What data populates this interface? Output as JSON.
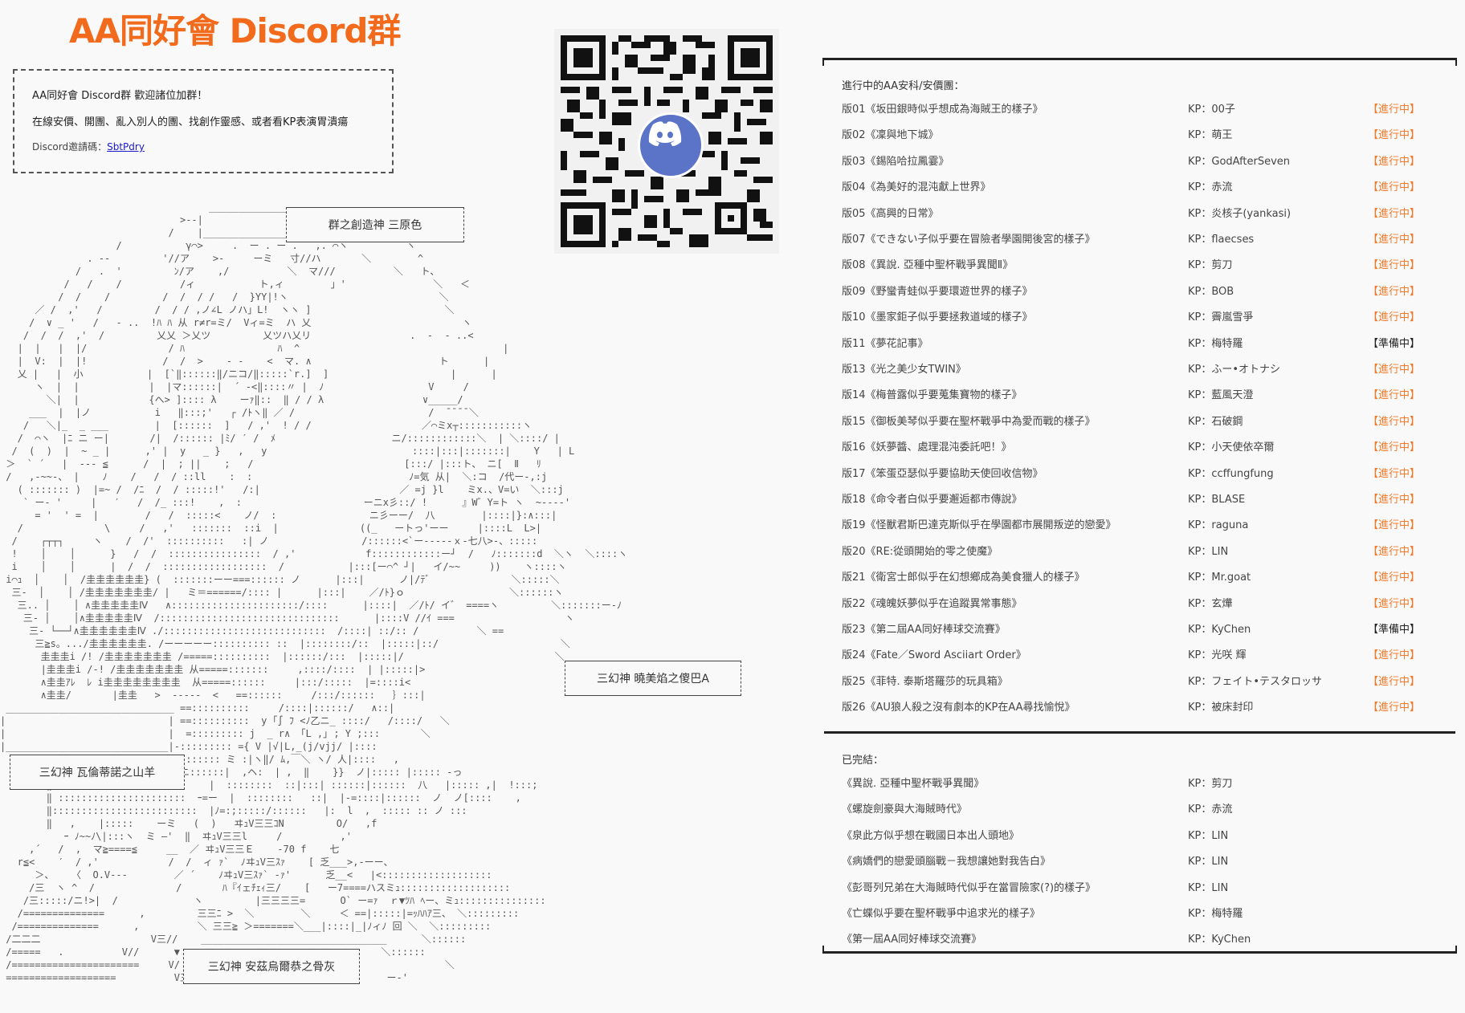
{
  "header": {
    "title": "AA同好會 Discord群"
  },
  "info_box": {
    "line1": "AA同好會 Discord群 歡迎諸位加群！",
    "line2": "在線安價、開團、亂入別人的團、找創作靈感、或者看KP表演胃潰瘍",
    "invite_label": "Discord邀請碼：",
    "invite_code": "SbtPdry"
  },
  "qr": {
    "icon": "discord-logo-icon",
    "logo_color": "#5b74c8"
  },
  "art": {
    "labels": [
      "群之創造神 三原色",
      "三幻神 曉美焰之傻巴A",
      "三幻神 瓦倫蒂諾之山羊",
      "三幻神 安茲烏爾恭之骨灰"
    ]
  },
  "colors": {
    "title": "#f26a1b",
    "status_active": "#f07a2a",
    "status_prep": "#222222",
    "link": "#1a1acc",
    "background": "#f9f9f9"
  },
  "ongoing": {
    "heading": "進行中的AA安科/安價團：",
    "items": [
      {
        "name": "版01《坂田銀時似乎想成為海賊王的樣子》",
        "kp": "KP：00子",
        "status": "【進行中】",
        "state": "active"
      },
      {
        "name": "版02《凜與地下城》",
        "kp": "KP：萌王",
        "status": "【進行中】",
        "state": "active"
      },
      {
        "name": "版03《錫陷哈拉鳳霎》",
        "kp": "KP：GodAfterSeven",
        "status": "【進行中】",
        "state": "active"
      },
      {
        "name": "版04《為美好的混沌獻上世界》",
        "kp": "KP：赤流",
        "status": "【進行中】",
        "state": "active"
      },
      {
        "name": "版05《高興的日常》",
        "kp": "KP：炎核子(yankasi)",
        "status": "【進行中】",
        "state": "active"
      },
      {
        "name": "版07《できない子似乎要在冒險者學園開後宮的樣子》",
        "kp": "KP：flaecses",
        "status": "【進行中】",
        "state": "active"
      },
      {
        "name": "版08《異說. 亞種中聖杯戰爭異聞Ⅱ》",
        "kp": "KP：剪刀",
        "status": "【進行中】",
        "state": "active"
      },
      {
        "name": "版09《野蠻青蛙似乎要環遊世界的樣子》",
        "kp": "KP：BOB",
        "status": "【進行中】",
        "state": "active"
      },
      {
        "name": "版10《墨家鉅子似乎要拯救道域的樣子》",
        "kp": "KP：霽嵐雪爭",
        "status": "【進行中】",
        "state": "active"
      },
      {
        "name": "版11《夢花記事》",
        "kp": "KP：梅特羅",
        "status": "【準備中】",
        "state": "prep"
      },
      {
        "name": "版13《光之美少女TWIN》",
        "kp": "KP：ふー•オトナシ",
        "status": "【進行中】",
        "state": "active"
      },
      {
        "name": "版14《梅普露似乎要蒐集寶物的樣子》",
        "kp": "KP：藍風天澄",
        "status": "【進行中】",
        "state": "active"
      },
      {
        "name": "版15《御板美琴似乎要在聖杯戰爭中為愛而戰的樣子》",
        "kp": "KP：石破鋼",
        "status": "【進行中】",
        "state": "active"
      },
      {
        "name": "版16《妖夢醬、處理混沌委託吧！》",
        "kp": "KP：小天使依卒爾",
        "status": "【進行中】",
        "state": "active"
      },
      {
        "name": "版17《笨蛋亞瑟似乎要協助天使回收信物》",
        "kp": "KP：ccffungfung",
        "status": "【進行中】",
        "state": "active"
      },
      {
        "name": "版18《命令者白似乎要邂逅都市傳說》",
        "kp": "KP：BLASE",
        "status": "【進行中】",
        "state": "active"
      },
      {
        "name": "版19《怪獸君斯巴達克斯似乎在學園都市展開叛逆的戀愛》",
        "kp": "KP：raguna",
        "status": "【進行中】",
        "state": "active"
      },
      {
        "name": "版20《RE:從頭開始的零之使魔》",
        "kp": "KP：LIN",
        "status": "【進行中】",
        "state": "active"
      },
      {
        "name": "版21《衛宮士郎似乎在幻想鄉成為美食獵人的樣子》",
        "kp": "KP：Mr.goat",
        "status": "【進行中】",
        "state": "active"
      },
      {
        "name": "版22《魂魄妖夢似乎在追蹤異常事態》",
        "kp": "KP：玄燁",
        "status": "【進行中】",
        "state": "active"
      },
      {
        "name": "版23《第二屆AA同好棒球交流賽》",
        "kp": "KP：KyChen",
        "status": "【準備中】",
        "state": "prep"
      },
      {
        "name": "版24《Fate／Sword Asciiart Order》",
        "kp": "KP：光咲 輝",
        "status": "【進行中】",
        "state": "active"
      },
      {
        "name": "版25《菲特. 泰斯塔羅莎的玩具箱》",
        "kp": "KP：フェイト•テスタロッサ",
        "status": "【進行中】",
        "state": "active"
      },
      {
        "name": "版26《AU狼人殺之沒有劇本的KP在AA尋找愉悅》",
        "kp": "KP：被床封印",
        "status": "【進行中】",
        "state": "active"
      }
    ]
  },
  "completed": {
    "heading": "已完結：",
    "items": [
      {
        "name": "《異說. 亞種中聖杯戰爭異聞》",
        "kp": "KP：剪刀"
      },
      {
        "name": "《螺旋劍豪與大海賊時代》",
        "kp": "KP：赤流"
      },
      {
        "name": "《泉此方似乎想在戰國日本出人頭地》",
        "kp": "KP：LIN"
      },
      {
        "name": "《病嬌們的戀愛頭腦戰－我想讓她對我告白》",
        "kp": "KP：LIN"
      },
      {
        "name": "《彭哥列兄弟在大海賊時代似乎在當冒險家(?)的樣子》",
        "kp": "KP：LIN"
      },
      {
        "name": "《亡蝶似乎要在聖杯戰爭中追求光的樣子》",
        "kp": "KP：梅特羅"
      },
      {
        "name": "《第一屆AA同好棒球交流賽》",
        "kp": "KP：KyChen"
      }
    ]
  }
}
